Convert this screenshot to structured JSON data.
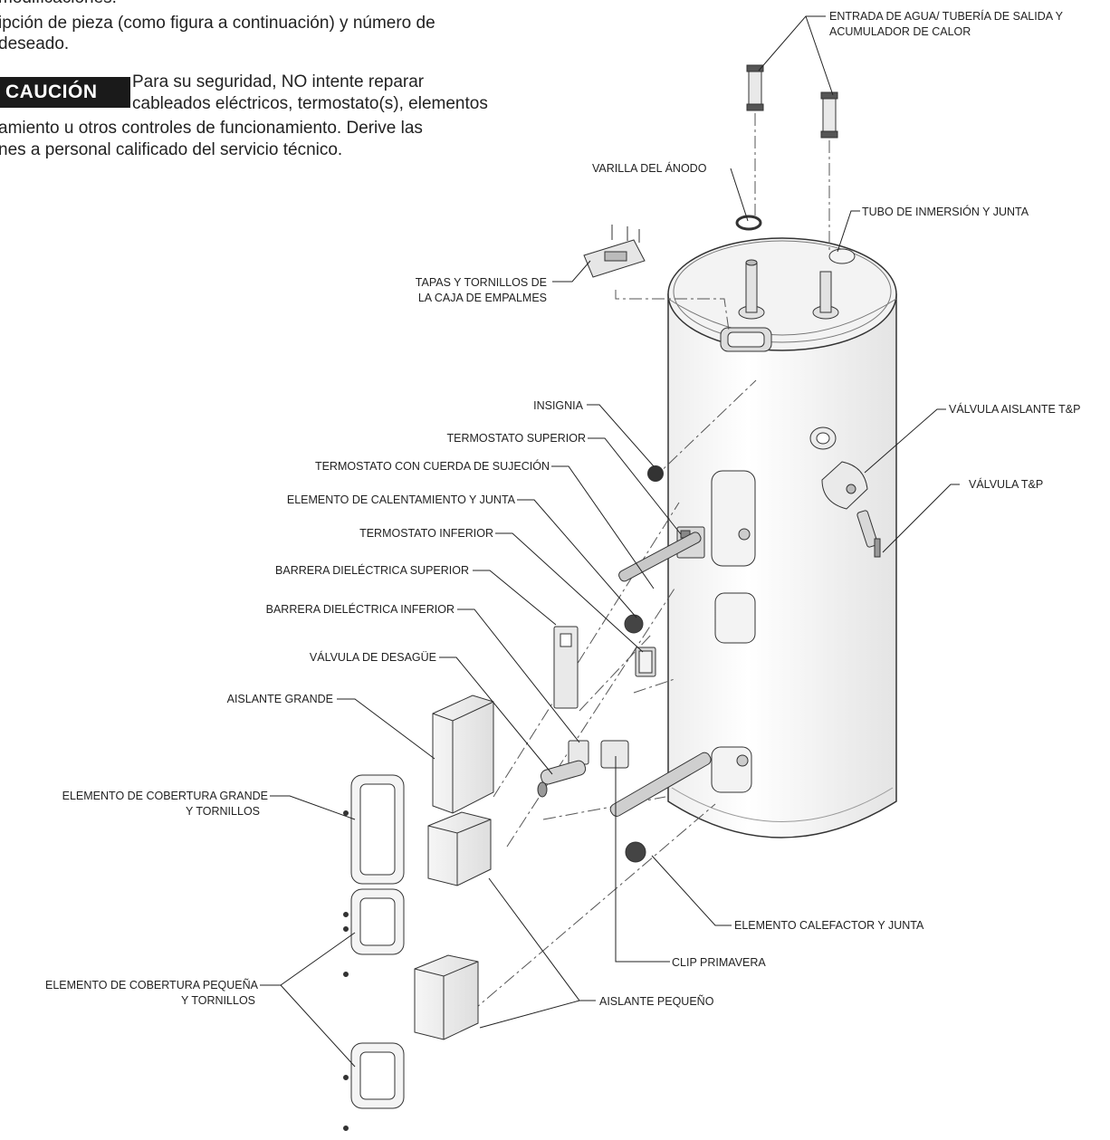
{
  "intro": {
    "line1": "modificaciones.",
    "line2": "ipción de pieza (como figura a continuación) y número de",
    "line3": "deseado."
  },
  "caution": {
    "badge": "CAUCIÓN",
    "line1": "Para su seguridad, NO intente reparar",
    "line2": "cableados eléctricos, termostato(s), elementos",
    "line3": "amiento u otros controles de funcionamiento. Derive las",
    "line4": "nes a personal calificado del servicio técnico."
  },
  "labels": {
    "water_inlet_1": "ENTRADA DE AGUA/ TUBERÍA DE SALIDA Y",
    "water_inlet_2": "ACUMULADOR DE CALOR",
    "anode_rod": "VARILLA DEL ÁNODO",
    "dip_tube": "TUBO DE INMERSIÓN Y JUNTA",
    "junction_box_1": "TAPAS Y TORNILLOS DE",
    "junction_box_2": "LA CAJA DE EMPALMES",
    "insignia": "INSIGNIA",
    "tp_insulator": "VÁLVULA AISLANTE T&P",
    "upper_thermostat": "TERMOSTATO SUPERIOR",
    "thermostat_strap": "TERMOSTATO CON CUERDA DE SUJECIÓN",
    "tp_valve": "VÁLVULA T&P",
    "heating_element_upper": "ELEMENTO DE CALENTAMIENTO Y JUNTA",
    "lower_thermostat": "TERMOSTATO INFERIOR",
    "upper_barrier": "BARRERA DIELÉCTRICA SUPERIOR",
    "lower_barrier": "BARRERA DIELÉCTRICA INFERIOR",
    "drain_valve": "VÁLVULA DE DESAGÜE",
    "large_insulation": "AISLANTE GRANDE",
    "large_cover_1": "ELEMENTO DE COBERTURA GRANDE",
    "large_cover_2": "Y TORNILLOS",
    "heating_element_lower": "ELEMENTO CALEFACTOR Y JUNTA",
    "spring_clip": "CLIP PRIMAVERA",
    "small_cover_1": "ELEMENTO DE COBERTURA PEQUEÑA",
    "small_cover_2": "Y TORNILLOS",
    "small_insulation": "AISLANTE PEQUEÑO"
  }
}
